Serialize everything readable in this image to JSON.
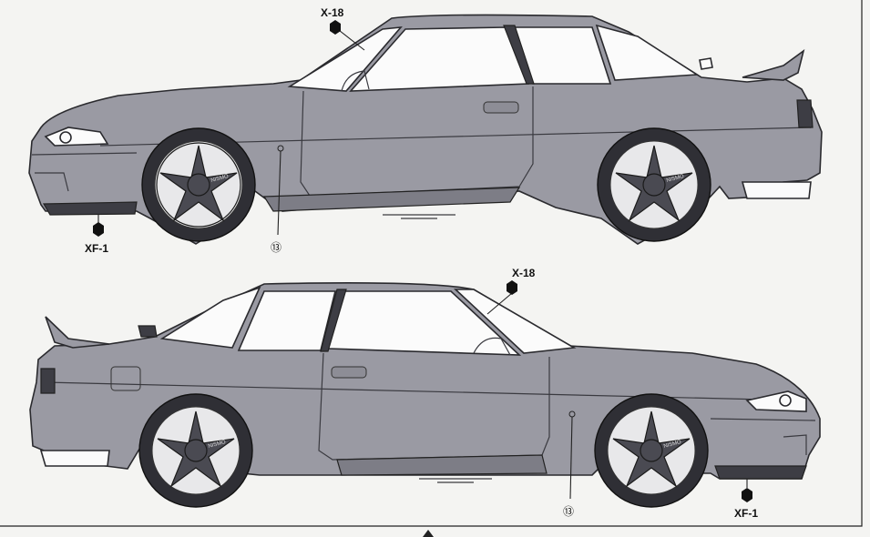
{
  "callouts": {
    "top_x18": "X-18",
    "top_xf1": "XF-1",
    "top_part": "⑬",
    "bottom_x18": "X-18",
    "bottom_xf1": "XF-1",
    "bottom_part": "⑬"
  },
  "wheel_logo": "NISMO",
  "colors": {
    "body": "#9a9aa3",
    "outline": "#2a2a2e",
    "dark_parts": "#3d3d44",
    "paper": "#f4f4f2"
  }
}
